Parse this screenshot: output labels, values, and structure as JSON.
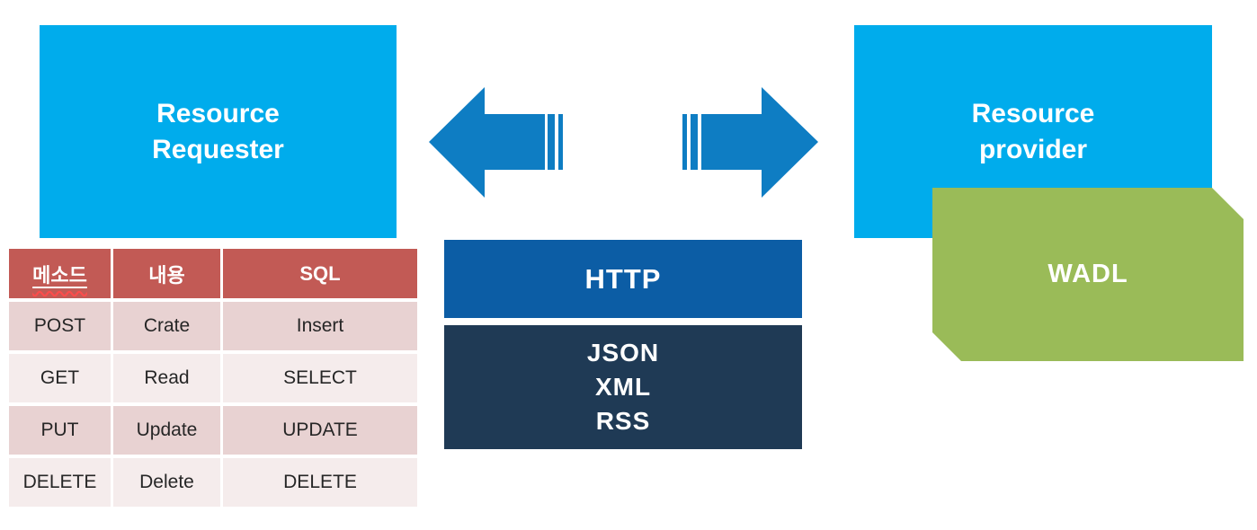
{
  "diagram": {
    "requester_box": {
      "label": "Resource\nRequester"
    },
    "provider_box": {
      "label": "Resource\nprovider"
    },
    "wadl_box": {
      "label": "WADL"
    },
    "http_bar": {
      "label": "HTTP"
    },
    "formats_box": {
      "lines": [
        "JSON",
        "XML",
        "RSS"
      ]
    },
    "arrows": {
      "left": "left-striped-arrow",
      "right": "right-striped-arrow"
    }
  },
  "table": {
    "headers": [
      "메소드",
      "내용",
      "SQL"
    ],
    "rows": [
      [
        "POST",
        "Crate",
        "Insert"
      ],
      [
        "GET",
        "Read",
        "SELECT"
      ],
      [
        "PUT",
        "Update",
        "UPDATE"
      ],
      [
        "DELETE",
        "Delete",
        "DELETE"
      ]
    ]
  },
  "colors": {
    "cyan": "#00ACEC",
    "arrow_blue": "#0E7DC3",
    "http_blue": "#0C5DA5",
    "dark_navy": "#1F3A55",
    "header_red": "#C25A55",
    "row_dark": "#E8D2D2",
    "row_light": "#F5ECEC",
    "green": "#9ABB58",
    "squiggle_red": "#FF4B4B"
  }
}
